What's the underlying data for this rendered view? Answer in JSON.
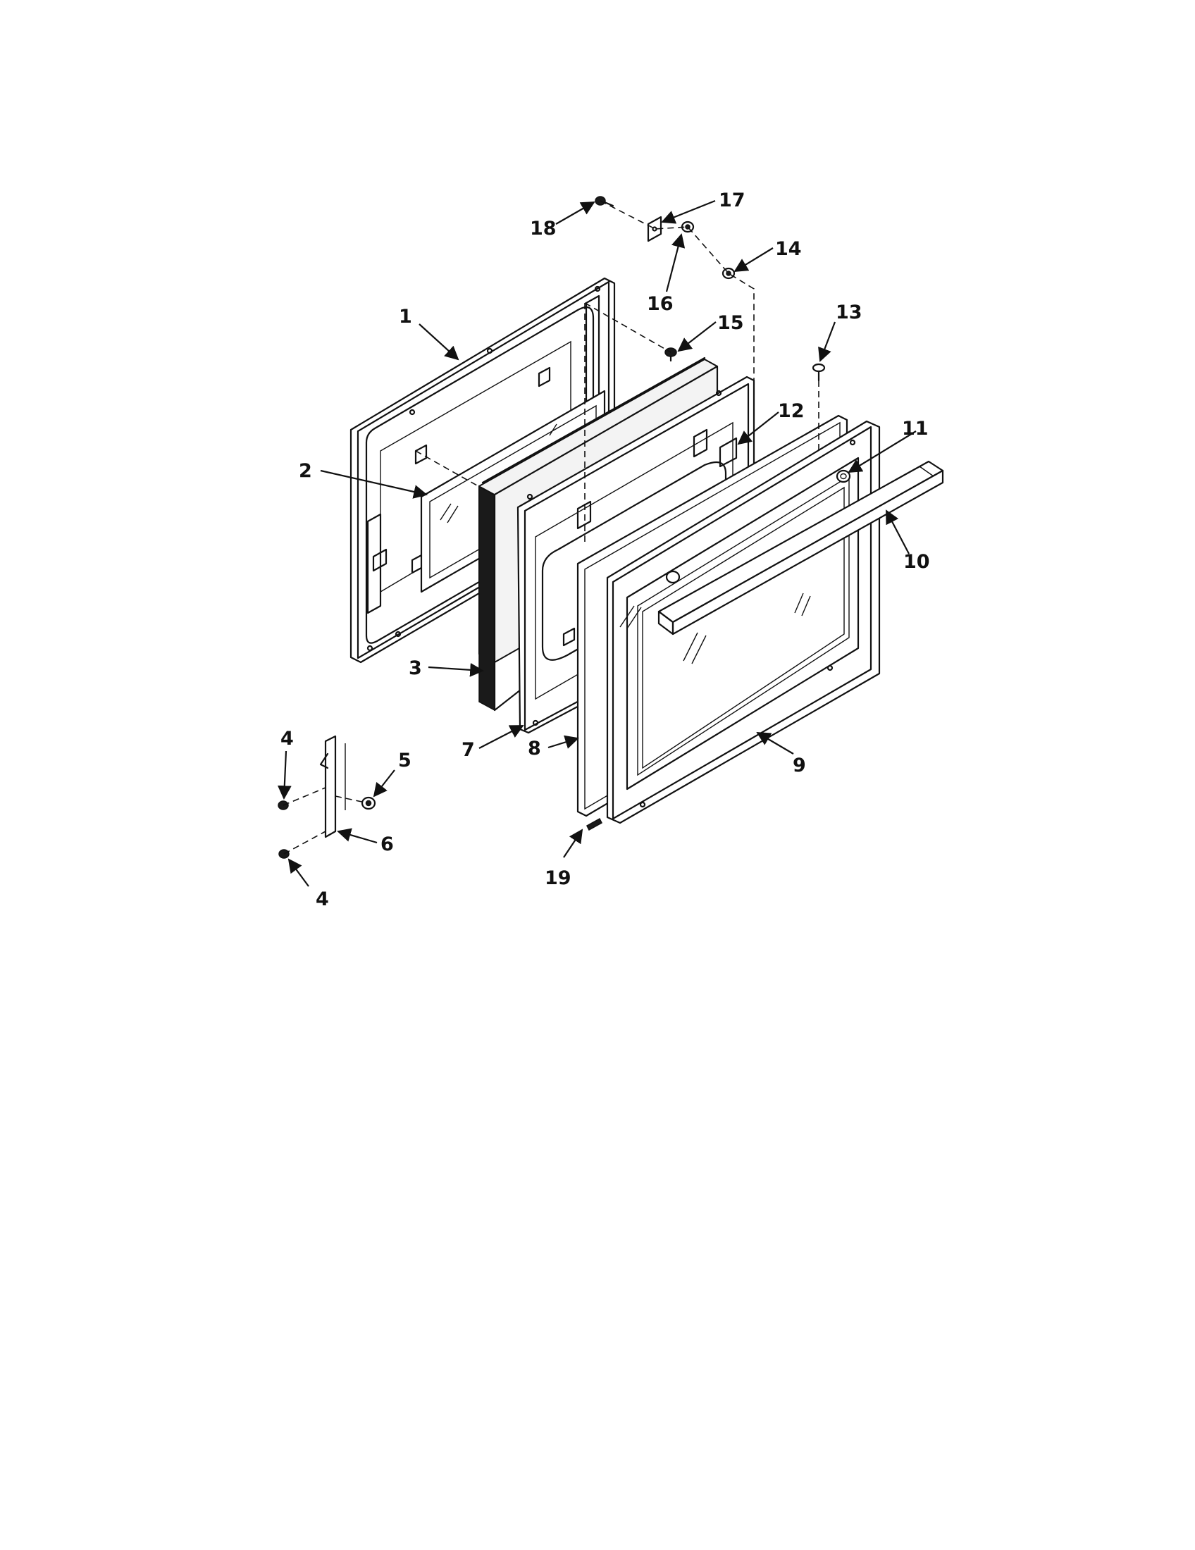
{
  "callouts": [
    {
      "id": "1",
      "text": "1"
    },
    {
      "id": "2",
      "text": "2"
    },
    {
      "id": "3",
      "text": "3"
    },
    {
      "id": "4a",
      "text": "4"
    },
    {
      "id": "4b",
      "text": "4"
    },
    {
      "id": "5",
      "text": "5"
    },
    {
      "id": "6",
      "text": "6"
    },
    {
      "id": "7",
      "text": "7"
    },
    {
      "id": "8",
      "text": "8"
    },
    {
      "id": "9",
      "text": "9"
    },
    {
      "id": "10",
      "text": "10"
    },
    {
      "id": "11",
      "text": "11"
    },
    {
      "id": "12",
      "text": "12"
    },
    {
      "id": "13",
      "text": "13"
    },
    {
      "id": "14",
      "text": "14"
    },
    {
      "id": "15",
      "text": "15"
    },
    {
      "id": "16",
      "text": "16"
    },
    {
      "id": "17",
      "text": "17"
    },
    {
      "id": "18",
      "text": "18"
    },
    {
      "id": "19",
      "text": "19"
    }
  ]
}
